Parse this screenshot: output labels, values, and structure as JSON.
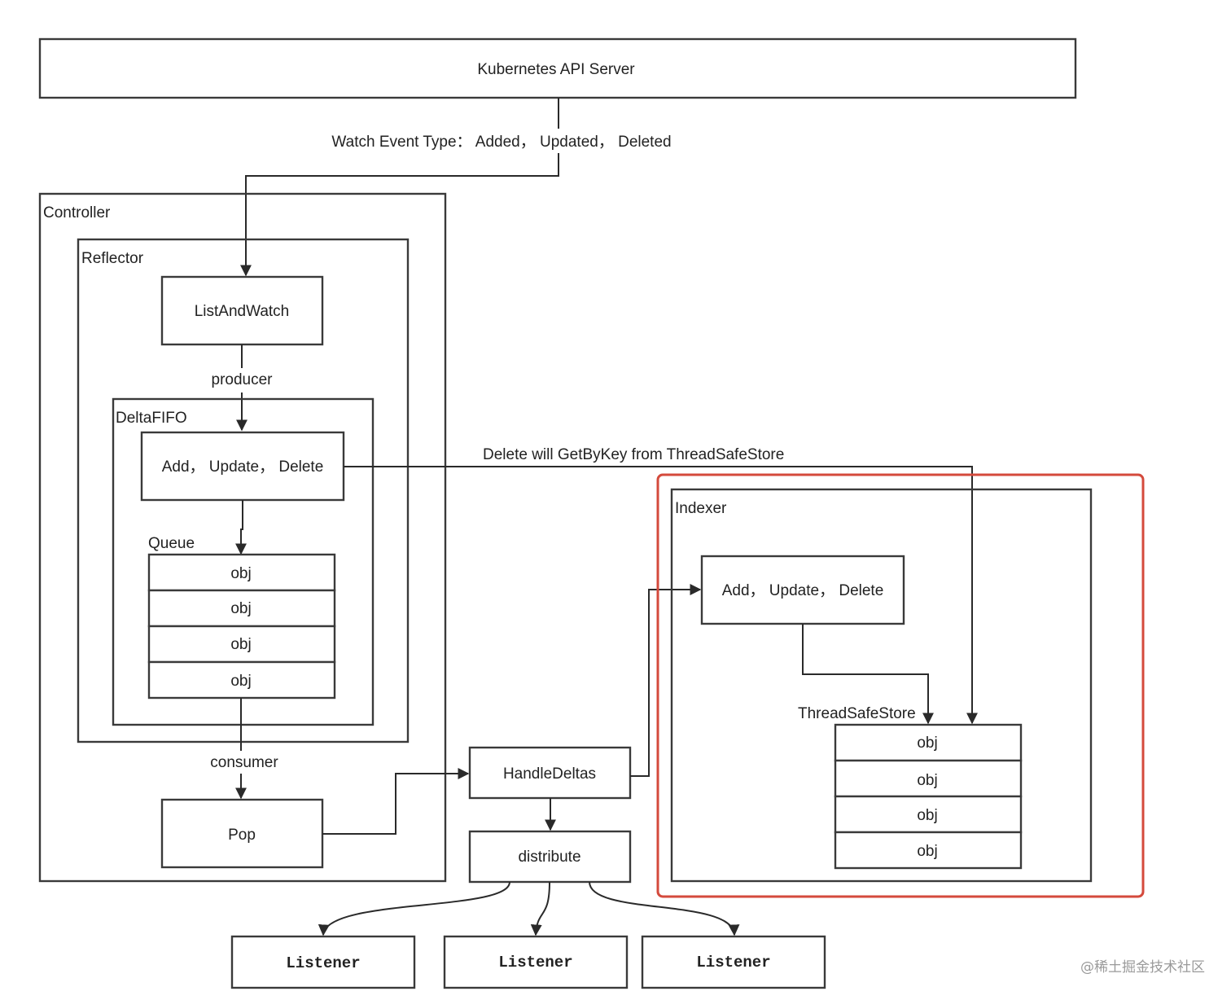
{
  "diagram": {
    "api_server": "Kubernetes API Server",
    "watch_label": "Watch Event Type： Added， Updated， Deleted",
    "controller": "Controller",
    "reflector": "Reflector",
    "list_and_watch": "ListAndWatch",
    "producer": "producer",
    "deltafifo": "DeltaFIFO",
    "fifo_ops": "Add， Update， Delete",
    "queue": "Queue",
    "queue_items": [
      "obj",
      "obj",
      "obj",
      "obj"
    ],
    "consumer": "consumer",
    "pop": "Pop",
    "handle_deltas": "HandleDeltas",
    "distribute": "distribute",
    "listeners": [
      "Listener",
      "Listener",
      "Listener"
    ],
    "delete_note": "Delete will GetByKey from ThreadSafeStore",
    "indexer": "Indexer",
    "indexer_ops": "Add， Update， Delete",
    "thread_safe_store": "ThreadSafeStore",
    "store_items": [
      "obj",
      "obj",
      "obj",
      "obj"
    ],
    "highlight_color": "#d44a3c"
  },
  "watermark": "@稀土掘金技术社区"
}
